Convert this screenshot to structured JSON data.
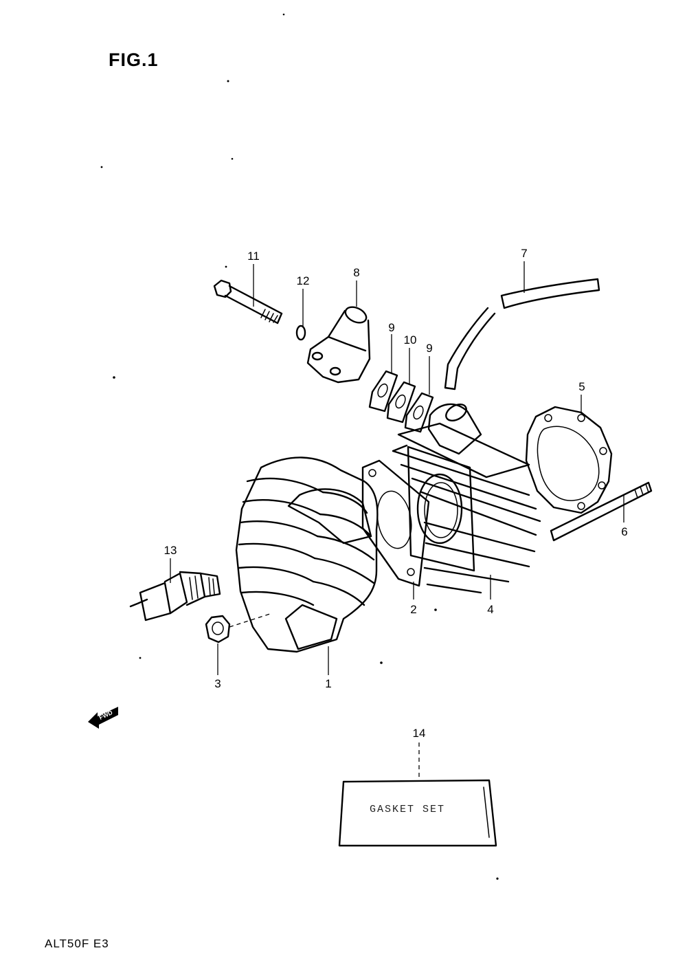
{
  "figure_title": "FIG.1",
  "model_code": "ALT50F E3",
  "fwd_label": "FWD",
  "kit_label": "GASKET SET",
  "callouts": [
    "1",
    "2",
    "3",
    "4",
    "5",
    "6",
    "7",
    "8",
    "9",
    "10",
    "9",
    "11",
    "12",
    "13",
    "14"
  ]
}
